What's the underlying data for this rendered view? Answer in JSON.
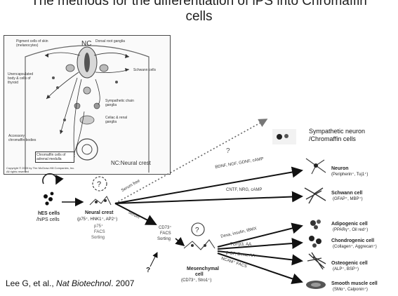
{
  "title": {
    "line1": "The methods for the differentiation of iPS into Chromaffin",
    "line2": "cells"
  },
  "inset": {
    "nc_label": "NC",
    "legend": "NC:Neural crest",
    "copyright_line1": "Copyright © 2005 by The McGraw-Hill Companies, Inc.",
    "copyright_line2": "All rights reserved",
    "labels": {
      "pigment": "Pigment cells of skin (melanocytes)",
      "dorsal_root": "Dorsal root ganglia",
      "schwann": "Schwann cells",
      "unencapsulated": "Unencapsulated body & cells of thyroid",
      "sympathetic_chain": "Sympathetic chain ganglia",
      "celiac": "Celiac & renal ganglia",
      "accessory": "Accessory chromaffin bodies",
      "chromaffin": "Chromaffin cells of adrenal medulla"
    }
  },
  "hes": {
    "line1": "hES cells",
    "line2": "/hiPS cells"
  },
  "neural_crest": {
    "name": "Neural crest",
    "markers": "(p75⁺, HNK1⁺, AP2⁺)",
    "sort1": "p75⁺",
    "sort2": "FACS",
    "sort3": "Sorting"
  },
  "branch_labels": {
    "serum_free": "Serum free",
    "serum": "Serum"
  },
  "cd73_sort": {
    "line1": "CD73⁺",
    "line2": "FACS",
    "line3": "Sorting"
  },
  "question": "?",
  "mesenchymal": {
    "line1": "Mesenchymal",
    "line2": "cell",
    "markers": "(CD73⁺, Stro1⁺)"
  },
  "arrow_labels": {
    "neuron": "BDNF, NGF, GDNF, cAMP",
    "schwann": "CNTF, NRG, cAMP",
    "adipogenic": "Dexa, insulin, IBMX",
    "chondrogenic": "TGFβ3, AA",
    "osteogenic": "β-GP, Dexa, AA",
    "smooth": "NCAM⁺ FACS"
  },
  "outcomes": {
    "sympathetic": {
      "line1": "Sympathetic neuron",
      "line2": "/Chromaffin cells"
    },
    "neuron": {
      "name": "Neuron",
      "markers": "(Peripherin⁺, Tuj1⁺)"
    },
    "schwann": {
      "name": "Schwann cell",
      "markers": "(GFAP⁺, MBP⁺)"
    },
    "adipogenic": {
      "name": "Adipogenic cell",
      "markers": "(PPARγ⁺, Oil red⁺)"
    },
    "chondrogenic": {
      "name": "Chondrogenic cell",
      "markers": "(Collagen⁺, Aggrecan⁺)"
    },
    "osteogenic": {
      "name": "Osteogenic cell",
      "markers": "(ALP⁺, BSP⁺)"
    },
    "smooth": {
      "name": "Smooth muscle cell",
      "markers": "(SMα⁺, Calponin⁺)"
    }
  },
  "citation": {
    "authors": "Lee G, et al., ",
    "journal": "Nat Biotechnol",
    "year": ". 2007"
  }
}
